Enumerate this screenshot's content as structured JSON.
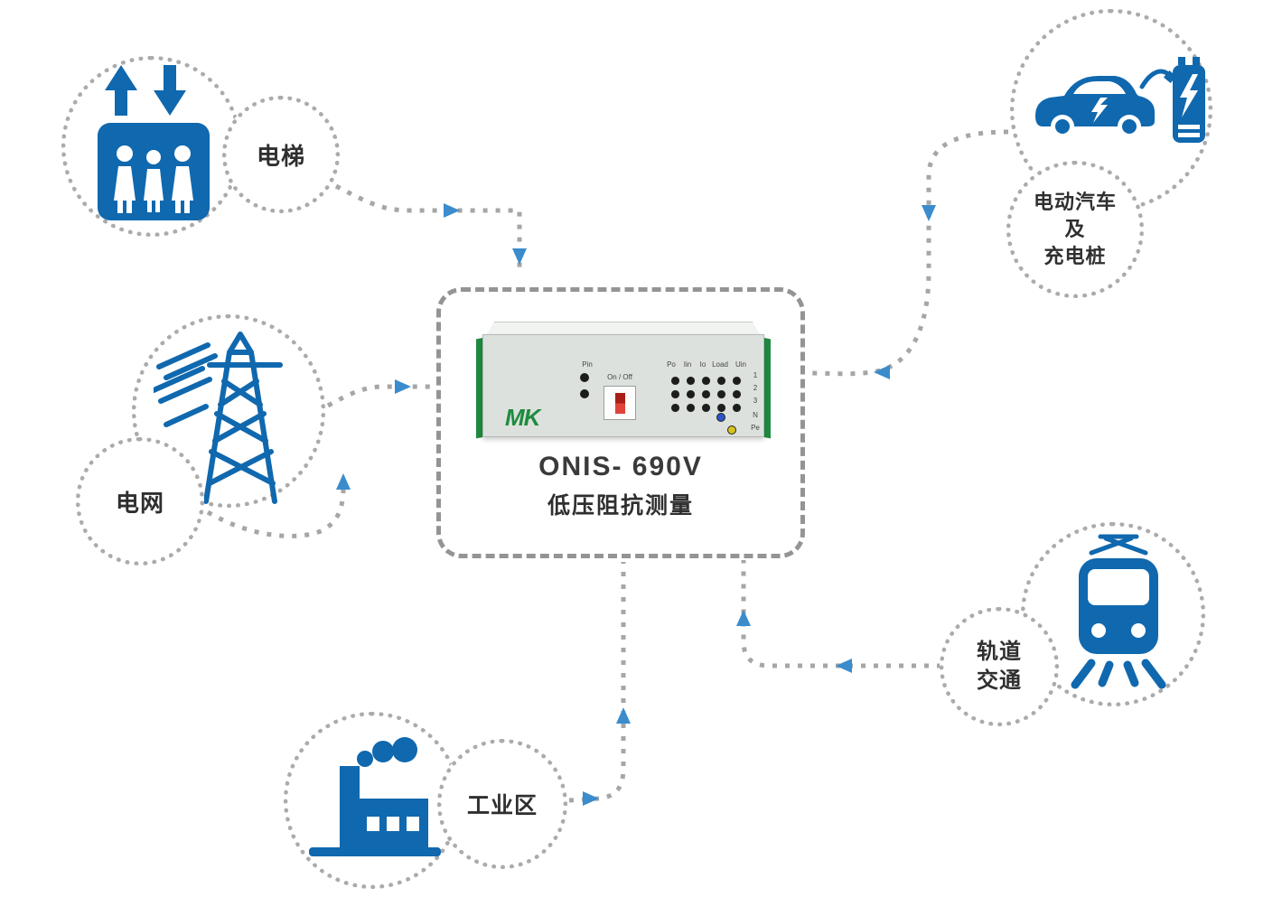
{
  "diagram_title": "ONIS-690V application diagram",
  "colors": {
    "icon_blue": "#1068ae",
    "arrow_blue": "#3b8ccd",
    "dotted_gray": "#ababab",
    "logo_green": "#1d8c3f",
    "panel_gray": "#dde1dd"
  },
  "device": {
    "title": "ONIS- 690V",
    "subtitle": "低压阻抗测量",
    "logo": "MK",
    "panel": {
      "pin_label": "Pin",
      "switch_label": "On / Off",
      "connector_labels": [
        "Po",
        "Iin",
        "Io",
        "Load",
        "Uin"
      ],
      "row_labels": [
        "1",
        "2",
        "3",
        "N",
        "Pe"
      ]
    }
  },
  "nodes": {
    "elevator": {
      "label": "电梯",
      "icon": "elevator-icon"
    },
    "grid": {
      "label": "电网",
      "icon": "power-tower-icon"
    },
    "industrial": {
      "label": "工业区",
      "icon": "factory-icon"
    },
    "ev": {
      "lines": [
        "电动汽车",
        "及",
        "充电桩"
      ],
      "icon": "ev-charging-icon"
    },
    "rail": {
      "lines": [
        "轨道",
        "交通"
      ],
      "icon": "train-icon"
    }
  }
}
